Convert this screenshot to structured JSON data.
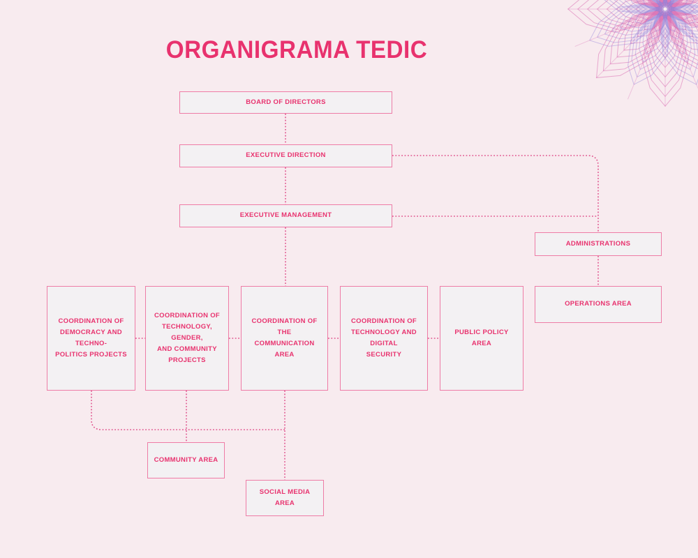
{
  "title": "ORGANIGRAMA TEDIC",
  "colors": {
    "background": "#f8ebef",
    "accent": "#e8326e",
    "line": "#e0558e",
    "box_fill": "#f3f1f3",
    "box_border": "#ee7ca6",
    "flower_pink": "#d863ae",
    "flower_purple": "#8f7ed8"
  },
  "nodes": {
    "board": {
      "label": "BOARD OF DIRECTORS"
    },
    "executive_direction": {
      "label": "EXECUTIVE DIRECTION"
    },
    "executive_management": {
      "label": "EXECUTIVE MANAGEMENT"
    },
    "administrations": {
      "label": "ADMINISTRATIONS"
    },
    "operations": {
      "label": "OPERATIONS AREA"
    },
    "coord_democracy": {
      "label": "COORDINATION OF\nDEMOCRACY AND TECHNO-\nPOLITICS PROJECTS"
    },
    "coord_technology_gender": {
      "label": "COORDINATION OF\nTECHNOLOGY, GENDER,\nAND COMMUNITY\nPROJECTS"
    },
    "coord_communication": {
      "label": "COORDINATION OF THE\nCOMMUNICATION AREA"
    },
    "coord_digital_security": {
      "label": "COORDINATION OF\nTECHNOLOGY AND DIGITAL\nSECURITY"
    },
    "public_policy": {
      "label": "PUBLIC POLICY\nAREA"
    },
    "community": {
      "label": "COMMUNITY AREA"
    },
    "social_media": {
      "label": "SOCIAL MEDIA AREA"
    }
  },
  "edges": [
    {
      "from": "board",
      "to": "executive_direction"
    },
    {
      "from": "executive_direction",
      "to": "executive_management"
    },
    {
      "from": "executive_direction",
      "to": "administrations"
    },
    {
      "from": "executive_management",
      "to": "administrations"
    },
    {
      "from": "administrations",
      "to": "operations"
    },
    {
      "from": "executive_management",
      "to": "coord_communication"
    },
    {
      "from": "coord_democracy",
      "to": "coord_technology_gender"
    },
    {
      "from": "coord_technology_gender",
      "to": "coord_communication"
    },
    {
      "from": "coord_communication",
      "to": "coord_digital_security"
    },
    {
      "from": "coord_digital_security",
      "to": "public_policy"
    },
    {
      "from": "coord_democracy",
      "to": "community"
    },
    {
      "from": "coord_technology_gender",
      "to": "community"
    },
    {
      "from": "coord_communication",
      "to": "social_media"
    }
  ]
}
